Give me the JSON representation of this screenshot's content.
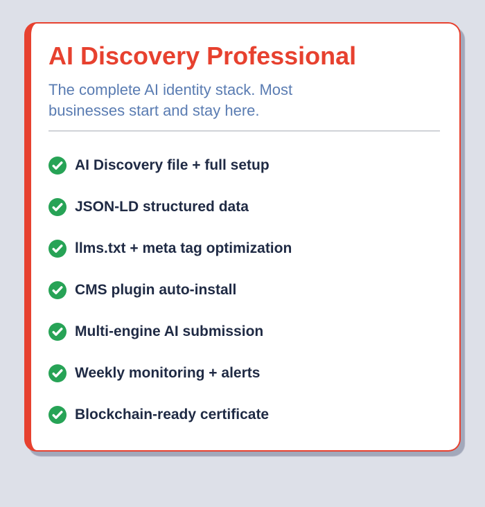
{
  "theme": {
    "page-bg": "#dde0e8",
    "card-bg": "#ffffff",
    "accent": "#e7412f",
    "title-color": "#e7412f",
    "subtitle-color": "#5a7cb2",
    "feature-color": "#1f2a44",
    "check-color": "#27a356",
    "divider-color": "#d0d3d8",
    "shadow-color": "rgba(90,100,130,0.45)"
  },
  "card": {
    "title": "AI Discovery Professional",
    "subtitle_line1": "The complete AI identity stack. Most",
    "subtitle_line2": "businesses start and stay here.",
    "feature_icon": "check-circle-icon",
    "features": [
      {
        "label": "AI Discovery file + full setup"
      },
      {
        "label": "JSON-LD structured data"
      },
      {
        "label": "llms.txt + meta tag optimization"
      },
      {
        "label": "CMS plugin auto-install"
      },
      {
        "label": "Multi-engine AI submission"
      },
      {
        "label": "Weekly monitoring + alerts"
      },
      {
        "label": "Blockchain-ready certificate"
      }
    ]
  }
}
